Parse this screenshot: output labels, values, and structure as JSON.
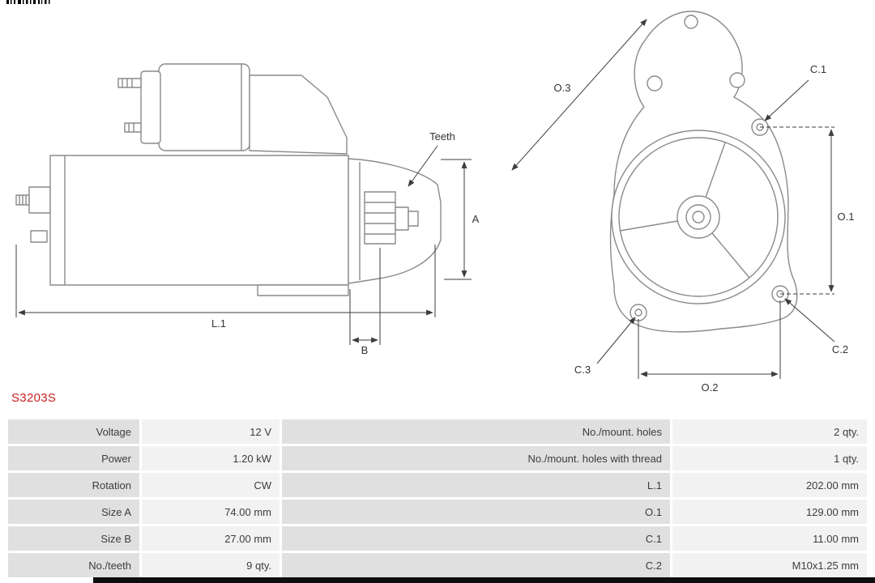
{
  "part_number": "S3203S",
  "colors": {
    "part_number": "#cc2020",
    "table_label_bg": "#e0e0e0",
    "table_value_bg": "#f2f2f2"
  },
  "diagram": {
    "labels": {
      "teeth": "Teeth",
      "a": "A",
      "l1": "L.1",
      "b": "B",
      "o1": "O.1",
      "o2": "O.2",
      "o3": "O.3",
      "c1": "C.1",
      "c2": "C.2",
      "c3": "C.3"
    }
  },
  "table": {
    "rows": [
      {
        "label_left": "Voltage",
        "value_left": "12 V",
        "label_right": "No./mount. holes",
        "value_right": "2 qty."
      },
      {
        "label_left": "Power",
        "value_left": "1.20 kW",
        "label_right": "No./mount. holes with thread",
        "value_right": "1 qty."
      },
      {
        "label_left": "Rotation",
        "value_left": "CW",
        "label_right": "L.1",
        "value_right": "202.00 mm"
      },
      {
        "label_left": "Size A",
        "value_left": "74.00 mm",
        "label_right": "O.1",
        "value_right": "129.00 mm"
      },
      {
        "label_left": "Size B",
        "value_left": "27.00 mm",
        "label_right": "C.1",
        "value_right": "11.00 mm"
      },
      {
        "label_left": "No./teeth",
        "value_left": "9 qty.",
        "label_right": "C.2",
        "value_right": "M10x1.25 mm"
      }
    ]
  }
}
